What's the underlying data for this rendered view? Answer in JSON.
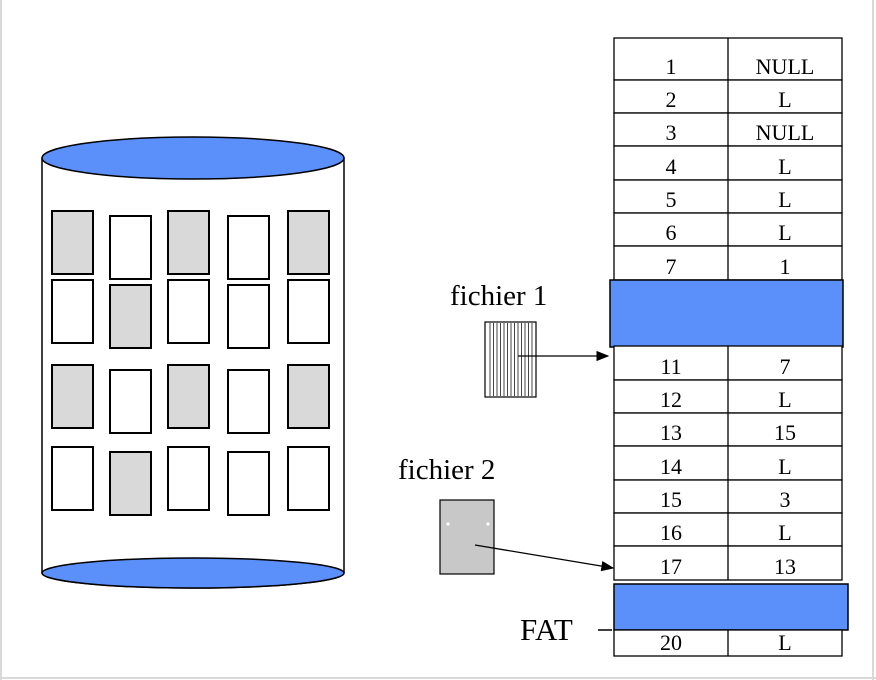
{
  "labels": {
    "file1": "fichier 1",
    "file2": "fichier 2",
    "fat": "FAT"
  },
  "disk": {
    "blocks": [
      [
        "used",
        "free",
        "used",
        "free",
        "used"
      ],
      [
        "free",
        "used",
        "free",
        "free",
        "free"
      ],
      [
        "used",
        "free",
        "used",
        "free",
        "used"
      ],
      [
        "free",
        "used",
        "free",
        "free",
        "free"
      ]
    ]
  },
  "fat_table": {
    "rows": [
      {
        "index": "1",
        "value": "NULL"
      },
      {
        "index": "2",
        "value": "L"
      },
      {
        "index": "3",
        "value": "NULL"
      },
      {
        "index": "4",
        "value": "L"
      },
      {
        "index": "5",
        "value": "L"
      },
      {
        "index": "6",
        "value": "L"
      },
      {
        "index": "7",
        "value": "1"
      },
      {
        "index": "",
        "value": ""
      },
      {
        "index": "11",
        "value": "7"
      },
      {
        "index": "12",
        "value": "L"
      },
      {
        "index": "13",
        "value": "15"
      },
      {
        "index": "14",
        "value": "L"
      },
      {
        "index": "15",
        "value": "3"
      },
      {
        "index": "16",
        "value": "L"
      },
      {
        "index": "17",
        "value": "13"
      },
      {
        "index": "",
        "value": ""
      },
      {
        "index": "20",
        "value": "L"
      }
    ]
  },
  "colors": {
    "accent_blue": "#5b8ff9",
    "used_block": "#d9d9d9",
    "free_block": "#ffffff",
    "file2_fill": "#c8c8c8"
  }
}
